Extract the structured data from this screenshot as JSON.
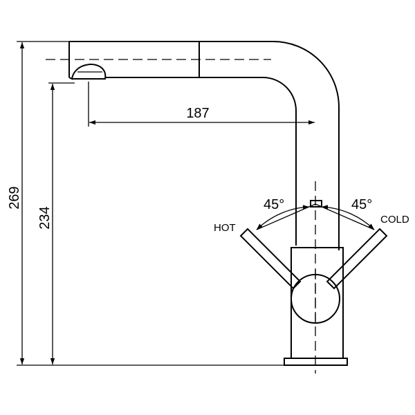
{
  "dimensions": {
    "total_height": "269",
    "spout_height": "234",
    "reach": "187",
    "hot_angle": "45°",
    "cold_angle": "45°"
  },
  "labels": {
    "hot": "HOT",
    "cold": "COLD"
  }
}
